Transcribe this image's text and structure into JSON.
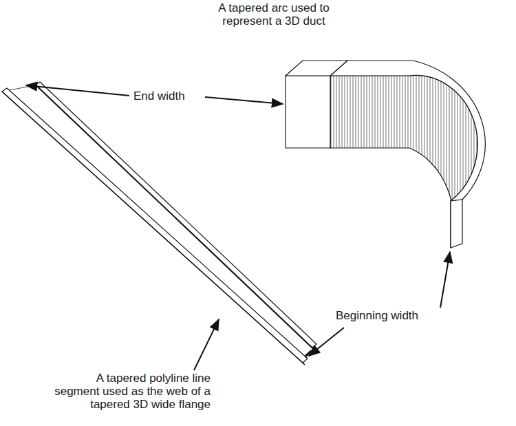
{
  "diagram": {
    "labels": [
      "A tapered arc used to represent a 3D duct",
      "End width",
      "Beginning width",
      "A tapered polyline line segment used as the web of a tapered 3D wide flange"
    ]
  }
}
